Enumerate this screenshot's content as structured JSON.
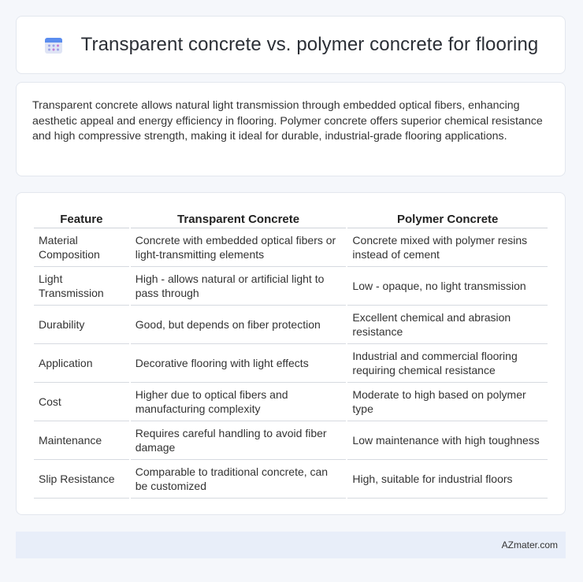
{
  "header": {
    "title": "Transparent concrete vs. polymer concrete for flooring",
    "icon": "calendar-grid-icon",
    "icon_colors": {
      "top": "#5b8def",
      "body": "#dfe4f5",
      "dots": "#9aa4e6",
      "accent": "#c27bd6"
    }
  },
  "summary": {
    "text": "Transparent concrete allows natural light transmission through embedded optical fibers, enhancing aesthetic appeal and energy efficiency in flooring. Polymer concrete offers superior chemical resistance and high compressive strength, making it ideal for durable, industrial-grade flooring applications."
  },
  "table": {
    "headers": [
      "Feature",
      "Transparent Concrete",
      "Polymer Concrete"
    ],
    "rows": [
      [
        "Material Composition",
        "Concrete with embedded optical fibers or light-transmitting elements",
        "Concrete mixed with polymer resins instead of cement"
      ],
      [
        "Light Transmission",
        "High - allows natural or artificial light to pass through",
        "Low - opaque, no light transmission"
      ],
      [
        "Durability",
        "Good, but depends on fiber protection",
        "Excellent chemical and abrasion resistance"
      ],
      [
        "Application",
        "Decorative flooring with light effects",
        "Industrial and commercial flooring requiring chemical resistance"
      ],
      [
        "Cost",
        "Higher due to optical fibers and manufacturing complexity",
        "Moderate to high based on polymer type"
      ],
      [
        "Maintenance",
        "Requires careful handling to avoid fiber damage",
        "Low maintenance with high toughness"
      ],
      [
        "Slip Resistance",
        "Comparable to traditional concrete, can be customized",
        "High, suitable for industrial floors"
      ]
    ]
  },
  "footer": {
    "brand": "AZmater.com"
  }
}
